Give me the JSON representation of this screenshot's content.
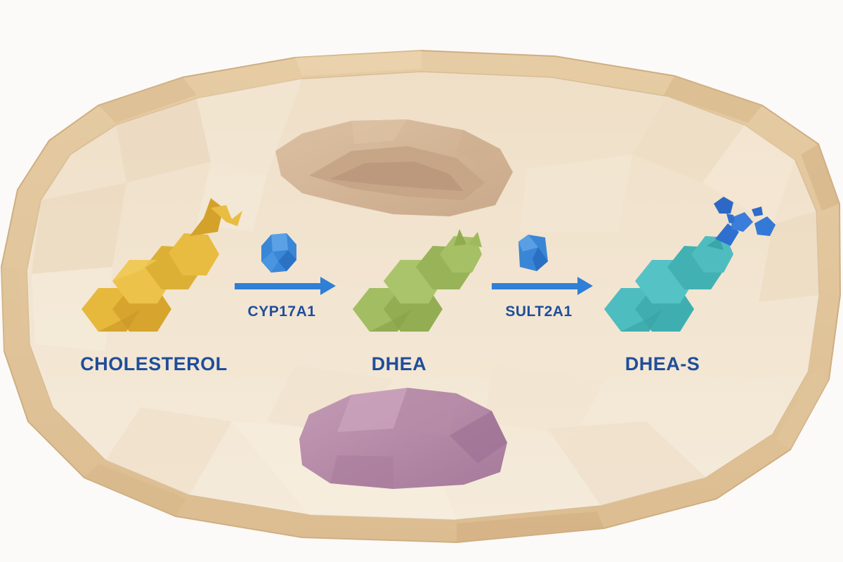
{
  "diagram": {
    "molecules": [
      {
        "name": "CHOLESTEROL",
        "color": "#e3b53a"
      },
      {
        "name": "DHEA",
        "color": "#9cb85c"
      },
      {
        "name": "DHEA-S",
        "color": "#45b9bd"
      }
    ],
    "enzymes": [
      {
        "name": "CYP17A1",
        "color": "#3a87d8"
      },
      {
        "name": "SULT2A1",
        "color": "#3a87d8"
      }
    ],
    "colors": {
      "cell_rim": "#e8cfa6",
      "cytoplasm": "#f2e4cf",
      "organelle_top": "#d5b79a",
      "nucleus": "#b58aa6",
      "arrow": "#2f7fd6",
      "sulfate_group": "#2f6fd0",
      "text": "#1f4e9a"
    }
  }
}
